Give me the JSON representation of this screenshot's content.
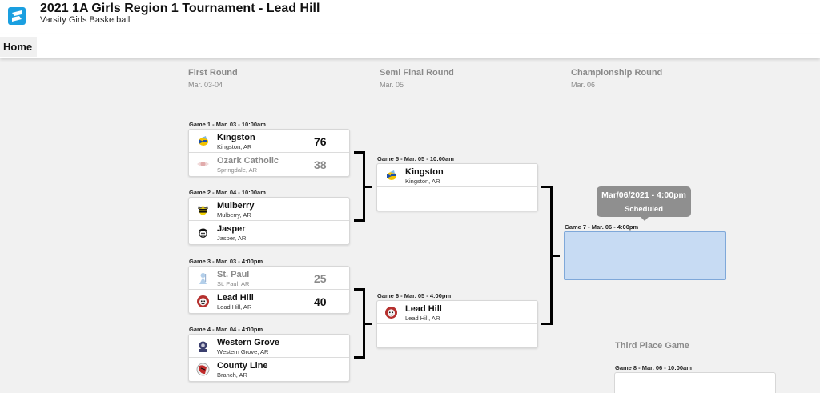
{
  "header": {
    "title": "2021 1A Girls Region 1 Tournament - Lead Hill",
    "subtitle": "Varsity Girls Basketball",
    "logo_icon": "brand-s-logo",
    "brand_color": "#1a9fe0"
  },
  "nav": {
    "home_label": "Home"
  },
  "rounds": [
    {
      "title": "First Round",
      "dates": "Mar. 03-04"
    },
    {
      "title": "Semi Final Round",
      "dates": "Mar. 05"
    },
    {
      "title": "Championship Round",
      "dates": "Mar. 06"
    }
  ],
  "games": {
    "g1": {
      "label": "Game 1 - Mar. 03 - 10:00am",
      "top": {
        "name": "Kingston",
        "location": "Kingston, AR",
        "score": "76"
      },
      "bottom": {
        "name": "Ozark Catholic",
        "location": "Springdale, AR",
        "score": "38"
      }
    },
    "g2": {
      "label": "Game 2 - Mar. 04 - 10:00am",
      "top": {
        "name": "Mulberry",
        "location": "Mulberry, AR",
        "score": ""
      },
      "bottom": {
        "name": "Jasper",
        "location": "Jasper, AR",
        "score": ""
      }
    },
    "g3": {
      "label": "Game 3 - Mar. 03 - 4:00pm",
      "top": {
        "name": "St. Paul",
        "location": "St. Paul, AR",
        "score": "25"
      },
      "bottom": {
        "name": "Lead Hill",
        "location": "Lead Hill, AR",
        "score": "40"
      }
    },
    "g4": {
      "label": "Game 4 - Mar. 04 - 4:00pm",
      "top": {
        "name": "Western Grove",
        "location": "Western Grove, AR",
        "score": ""
      },
      "bottom": {
        "name": "County Line",
        "location": "Branch, AR",
        "score": ""
      }
    },
    "g5": {
      "label": "Game 5 - Mar. 05 - 10:00am",
      "top": {
        "name": "Kingston",
        "location": "Kingston, AR",
        "score": ""
      }
    },
    "g6": {
      "label": "Game 6 - Mar. 05 - 4:00pm",
      "top": {
        "name": "Lead Hill",
        "location": "Lead Hill, AR",
        "score": ""
      }
    },
    "g7": {
      "label": "Game 7 - Mar. 06 - 4:00pm",
      "tooltip_date": "Mar/06/2021 - 4:00pm",
      "tooltip_status": "Scheduled",
      "highlight_color": "#c7dbf3"
    },
    "g8": {
      "label": "Game 8 - Mar. 06 - 10:00am"
    }
  },
  "third_place": {
    "title": "Third Place Game"
  },
  "colors": {
    "loser_text": "#8a8a8a",
    "bracket_line": "#000000"
  }
}
